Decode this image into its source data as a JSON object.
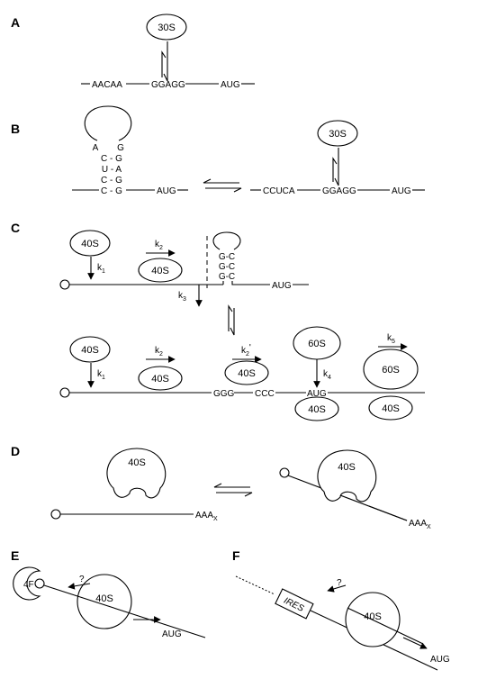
{
  "panels": {
    "A": {
      "label": "A",
      "ribosome": "30S",
      "seq1": "AACAA",
      "seq2": "GGAGG",
      "seq3": "AUG"
    },
    "B": {
      "label": "B",
      "stem": {
        "r1l": "A",
        "r1r": "G",
        "r2": "C - G",
        "r3": "U - A",
        "r4": "C - G",
        "r5": "C - G"
      },
      "aug_left": "AUG",
      "ribosome": "30S",
      "seq1": "CCUCA",
      "seq2": "GGAGG",
      "seq3": "AUG"
    },
    "C": {
      "label": "C",
      "top": {
        "ribosome": "40S",
        "k1": "k",
        "k1_sub": "1",
        "k2": "k",
        "k2_sub": "2",
        "scan": "40S",
        "k3": "k",
        "k3_sub": "3",
        "hairpin_pairs": [
          "G-C",
          "G-C",
          "G-C"
        ],
        "aug": "AUG"
      },
      "bottom": {
        "ribosome": "40S",
        "k1": "k",
        "k1_sub": "1",
        "k2": "k",
        "k2_sub": "2",
        "scan1": "40S",
        "k2p": "k",
        "k2p_sub": "2",
        "k2p_prime": "'",
        "scan2": "40S",
        "large": "60S",
        "k4": "k",
        "k4_sub": "4",
        "seq_ggg": "GGG",
        "seq_ccc": "CCC",
        "aug": "AUG",
        "aug_40s": "40S",
        "k5": "k",
        "k5_sub": "5",
        "right_60s": "60S",
        "right_40s": "40S"
      }
    },
    "D": {
      "label": "D",
      "ribosome_left": "40S",
      "polyA_left": "AAA",
      "polyA_left_sub": "X",
      "ribosome_right": "40S",
      "polyA_right": "AAA",
      "polyA_right_sub": "X"
    },
    "E": {
      "label": "E",
      "factor": "4F",
      "question": "?",
      "ribosome": "40S",
      "aug": "AUG"
    },
    "F": {
      "label": "F",
      "ires": "IRES",
      "question": "?",
      "ribosome": "40S",
      "aug": "AUG"
    }
  }
}
